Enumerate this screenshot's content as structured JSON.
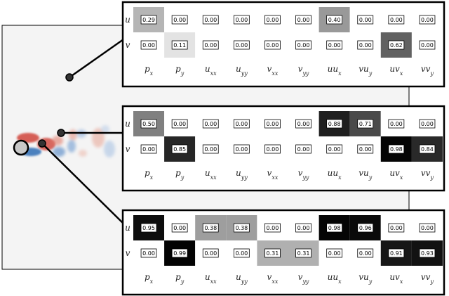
{
  "chart_data": [
    {
      "type": "heatmap",
      "rows": [
        "u",
        "v"
      ],
      "columns": [
        "p_x",
        "p_y",
        "u_xx",
        "u_yy",
        "v_xx",
        "v_yy",
        "uu_x",
        "vu_y",
        "uv_x",
        "vv_y"
      ],
      "values": [
        [
          0.29,
          0.0,
          0.0,
          0.0,
          0.0,
          0.0,
          0.4,
          0.0,
          0.0,
          0.0
        ],
        [
          0.0,
          0.11,
          0.0,
          0.0,
          0.0,
          0.0,
          0.0,
          0.0,
          0.62,
          0.0
        ]
      ],
      "colormap": "greys"
    },
    {
      "type": "heatmap",
      "rows": [
        "u",
        "v"
      ],
      "columns": [
        "p_x",
        "p_y",
        "u_xx",
        "u_yy",
        "v_xx",
        "v_yy",
        "uu_x",
        "vu_y",
        "uv_x",
        "vv_y"
      ],
      "values": [
        [
          0.5,
          0.0,
          0.0,
          0.0,
          0.0,
          0.0,
          0.88,
          0.71,
          0.0,
          0.0
        ],
        [
          0.0,
          0.85,
          0.0,
          0.0,
          0.0,
          0.0,
          0.0,
          0.0,
          0.98,
          0.84
        ]
      ],
      "colormap": "greys"
    },
    {
      "type": "heatmap",
      "rows": [
        "u",
        "v"
      ],
      "columns": [
        "p_x",
        "p_y",
        "u_xx",
        "u_yy",
        "v_xx",
        "v_yy",
        "uu_x",
        "vu_y",
        "uv_x",
        "vv_y"
      ],
      "values": [
        [
          0.95,
          0.0,
          0.38,
          0.38,
          0.0,
          0.0,
          0.98,
          0.96,
          0.0,
          0.0
        ],
        [
          0.0,
          0.99,
          0.0,
          0.0,
          0.31,
          0.31,
          0.0,
          0.0,
          0.91,
          0.93
        ]
      ],
      "colormap": "greys"
    }
  ],
  "colors": {
    "frame": "#000000",
    "flow_positive": "#d0453a",
    "flow_negative": "#2f6db5",
    "background_field": "#f4f4f4",
    "probe_fill": "#333333"
  },
  "icons": [
    "cylinder-shape",
    "probe-point"
  ]
}
